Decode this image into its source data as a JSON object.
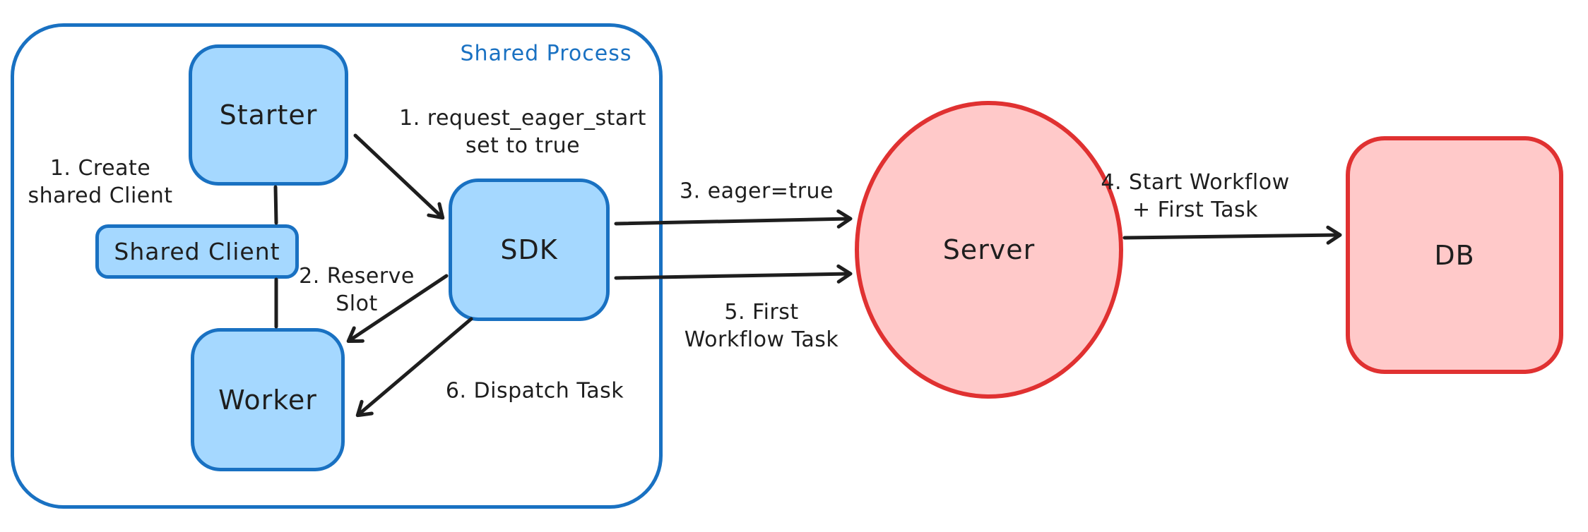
{
  "diagram": {
    "container": {
      "label": "Shared Process"
    },
    "nodes": {
      "starter": {
        "label": "Starter"
      },
      "shared_client": {
        "label": "Shared Client"
      },
      "worker": {
        "label": "Worker"
      },
      "sdk": {
        "label": "SDK"
      },
      "server": {
        "label": "Server"
      },
      "db": {
        "label": "DB"
      }
    },
    "annotations": {
      "create_shared_client": {
        "text": "1. Create\nshared Client"
      },
      "request_eager_start": {
        "text": "1. request_eager_start\nset to true"
      },
      "reserve_slot": {
        "text": "2. Reserve\nSlot"
      },
      "dispatch_task": {
        "text": "6. Dispatch Task"
      },
      "eager_true": {
        "text": "3. eager=true"
      },
      "first_workflow_task": {
        "text": "5. First\nWorkflow Task"
      },
      "start_workflow_first_task": {
        "text": "4. Start Workflow\n+ First Task"
      }
    },
    "colors": {
      "blue_stroke": "#1971c2",
      "blue_fill": "#a5d8ff",
      "red_stroke": "#e03131",
      "red_fill": "#ffc9c9",
      "text": "#1e1e1e",
      "background": "#ffffff"
    }
  }
}
